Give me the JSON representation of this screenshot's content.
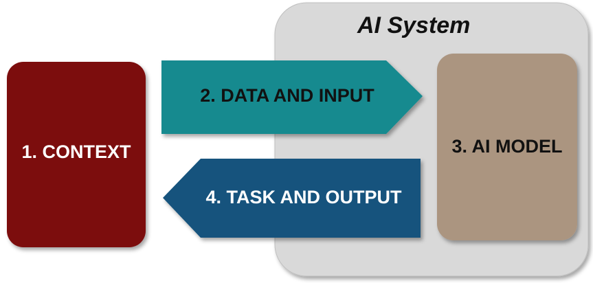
{
  "ai_system": {
    "title": "AI System",
    "color": "#d9d9d9"
  },
  "context_box": {
    "label": "1. CONTEXT",
    "color": "#7b0a0a"
  },
  "data_arrow": {
    "label": "2. DATA AND INPUT",
    "color": "#128a8f",
    "direction": "right"
  },
  "model_box": {
    "label": "3. AI MODEL",
    "color": "#ab9580"
  },
  "task_arrow": {
    "label": "4. TASK AND OUTPUT",
    "color": "#12527d",
    "direction": "left"
  }
}
